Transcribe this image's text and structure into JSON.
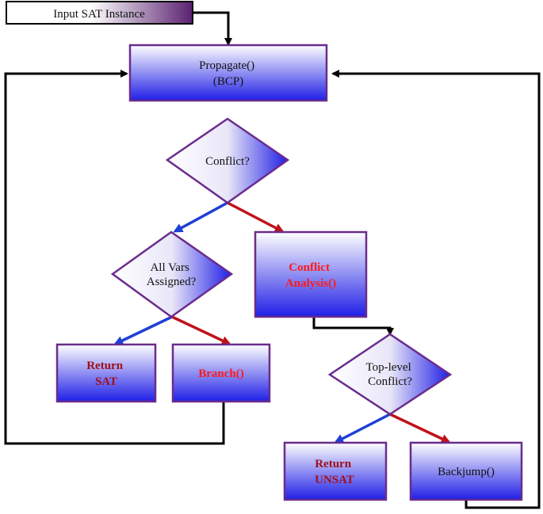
{
  "colors": {
    "box_border": "#6a2c8c",
    "box_top": "#ffffff",
    "box_bottom": "#1f1ee6",
    "input_dark": "#5a2170",
    "flow_line": "#000000",
    "yes_arrow": "#1f3fd6",
    "no_arrow": "#c0111a",
    "text_dark": "#111111",
    "text_red": "#ff1a1a",
    "text_darkred": "#a0101a"
  },
  "nodes": {
    "input": {
      "lines": [
        "Input SAT Instance"
      ]
    },
    "propagate": {
      "lines": [
        "Propagate()",
        "(BCP)"
      ]
    },
    "conflict": {
      "lines": [
        "Conflict?"
      ]
    },
    "all_vars": {
      "lines": [
        "All Vars",
        "Assigned?"
      ]
    },
    "conflict_analysis": {
      "lines": [
        "Conflict",
        "Analysis()"
      ]
    },
    "return_sat": {
      "lines": [
        "Return",
        "SAT"
      ]
    },
    "branch": {
      "lines": [
        "Branch()"
      ]
    },
    "top_level": {
      "lines": [
        "Top-level",
        "Conflict?"
      ]
    },
    "return_unsat": {
      "lines": [
        "Return",
        "UNSAT"
      ]
    },
    "backjump": {
      "lines": [
        "Backjump()"
      ]
    }
  }
}
